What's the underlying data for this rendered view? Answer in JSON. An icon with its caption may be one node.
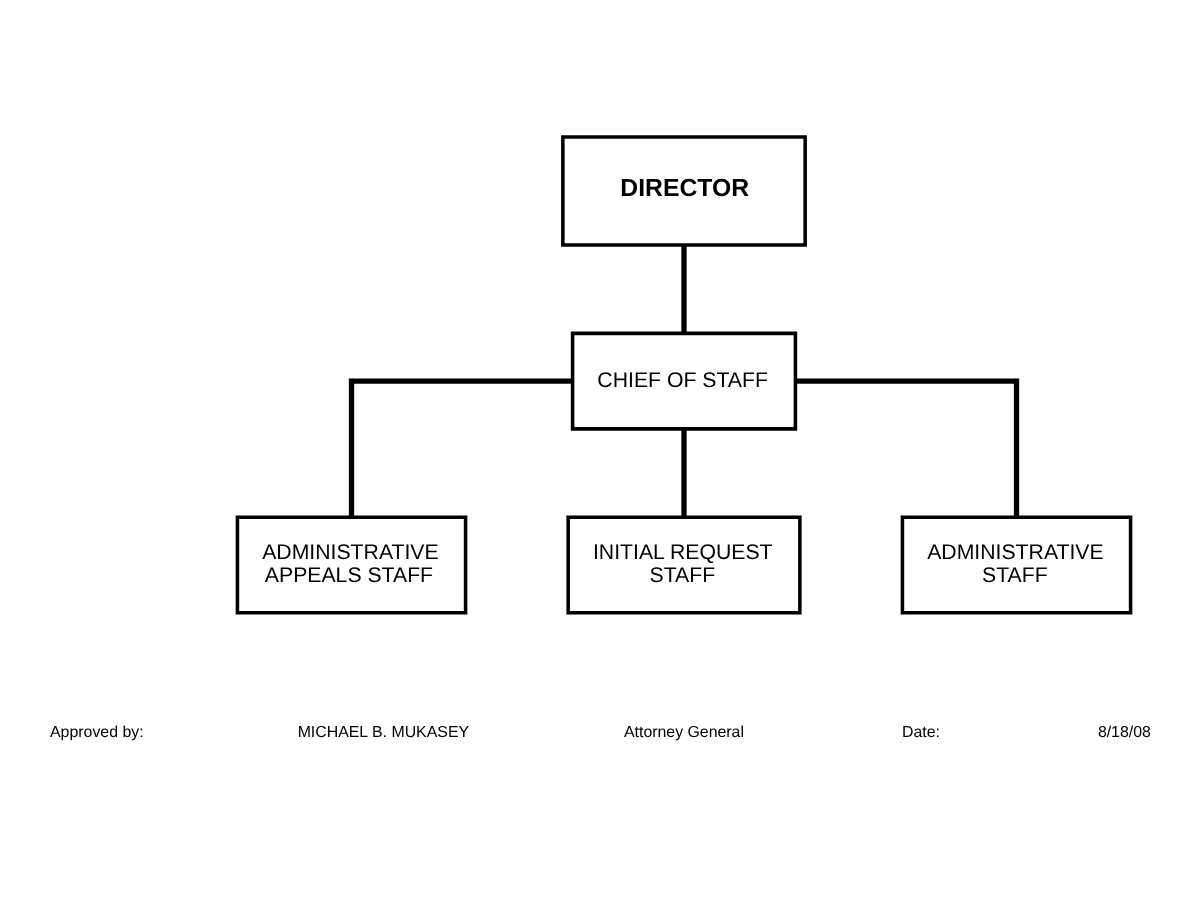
{
  "diagram": {
    "nodes": [
      {
        "text": [
          "DIRECTOR"
        ]
      },
      {
        "text": [
          "CHIEF OF STAFF"
        ]
      },
      {
        "text": [
          "ADMINISTRATIVE APPEALS STAFF"
        ]
      },
      {
        "text": [
          "INITIAL REQUEST STAFF"
        ]
      },
      {
        "text": [
          "ADMINISTRATIVE STAFF"
        ]
      }
    ],
    "edges": [
      {
        "from": 0,
        "to": 1,
        "arrow": "none"
      },
      {
        "from": 1,
        "to": 2,
        "arrow": "none"
      },
      {
        "from": 1,
        "to": 3,
        "arrow": "none"
      },
      {
        "from": 1,
        "to": 4,
        "arrow": "none"
      }
    ],
    "labels": [
      "Approved by:",
      "MICHAEL B. MUKASEY",
      "Attorney General",
      "Date:",
      "8/18/08"
    ]
  }
}
